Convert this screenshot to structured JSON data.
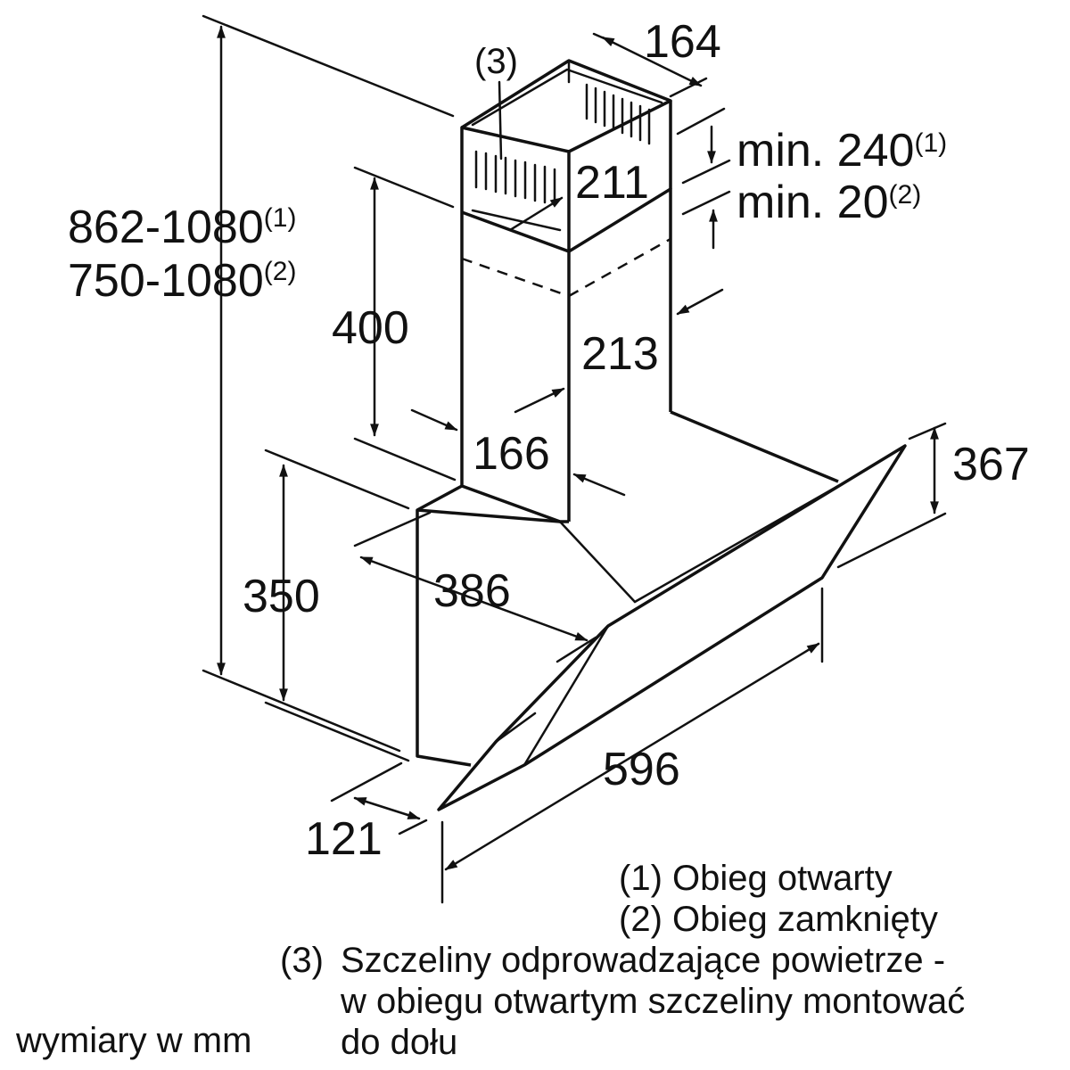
{
  "dimensions": {
    "chimney_width_top": "164",
    "min_240": "min. 240",
    "min_240_ref": "(1)",
    "min_20": "min. 20",
    "min_20_ref": "(2)",
    "height_open": "862-1080",
    "height_open_ref": "(1)",
    "height_closed": "750-1080",
    "height_closed_ref": "(2)",
    "vent_slot_ref": "(3)",
    "upper_chimney_depth": "211",
    "lower_chimney_height": "400",
    "lower_chimney_width": "213",
    "lower_chimney_depth": "166",
    "glass_height": "367",
    "body_height": "350",
    "body_depth": "386",
    "hood_width": "596",
    "front_offset": "121"
  },
  "legend": {
    "item_1": "(1) Obieg otwarty",
    "item_2": "(2) Obieg zamknięty",
    "item_3_marker": "(3)",
    "item_3_line_1": "Szczeliny odprowadzające powietrze -",
    "item_3_line_2": "w obiegu otwartym szczeliny montować",
    "item_3_line_3": "do dołu",
    "units": "wymiary w mm"
  }
}
